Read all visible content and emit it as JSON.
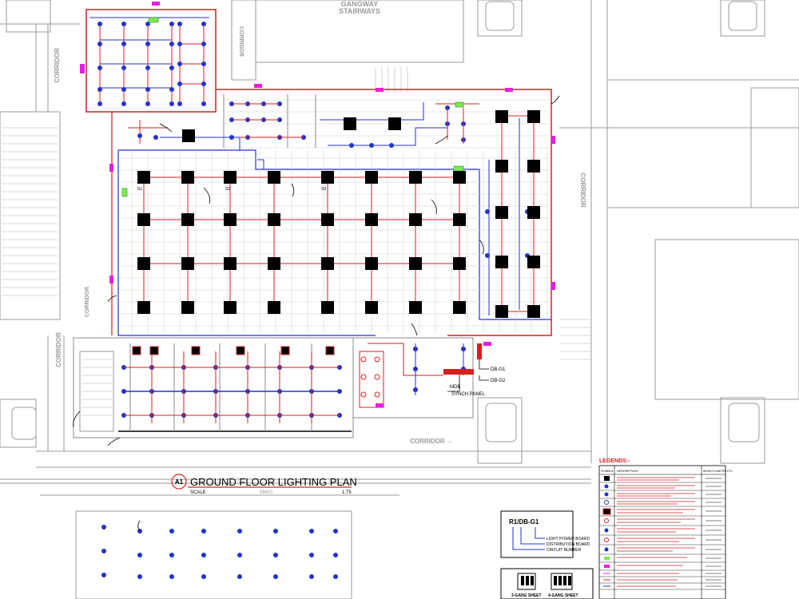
{
  "plan": {
    "title": "GROUND FLOOR LIGHTING PLAN",
    "tag": "A1",
    "scale_word": "SCALE",
    "scale_value": "1:75",
    "sheet_code": "58601"
  },
  "areas": {
    "gangway": "GANGWAY",
    "stairways": "STAIRWAYS",
    "corridor": "CORRIDOR",
    "corridor_bottom": "CORRIDOR →"
  },
  "annotations": {
    "mdb": "MDB",
    "synch_panel": "SYNCH PANEL",
    "db_g1": "DB-G1",
    "db_g2": "DB-G2",
    "s1": "S1",
    "s2": "S2",
    "s3": "S3"
  },
  "key": {
    "code": "R1/DB-G1",
    "line1": "LIGHT POWER BOARD",
    "line2": "DISTRIBUTION BOARD",
    "line3": "CIRCUIT NUMBER"
  },
  "switch_detail": {
    "left": "3-GANG SHEET",
    "right": "4-GANG SHEET"
  },
  "legend": {
    "title": "LEGENDS:-",
    "col_symbol": "SYMBOL",
    "col_description": "DESCRIPTION",
    "col_height": "HEIGHT IN METER F.F.L"
  },
  "colors": {
    "circuit_red": "#d42020",
    "circuit_blue": "#2233cc",
    "panel_magenta": "#e81ee0",
    "fitting_black": "#000000",
    "grid_gray": "#c8c8c8",
    "arch_gray": "#9a9a9a"
  }
}
